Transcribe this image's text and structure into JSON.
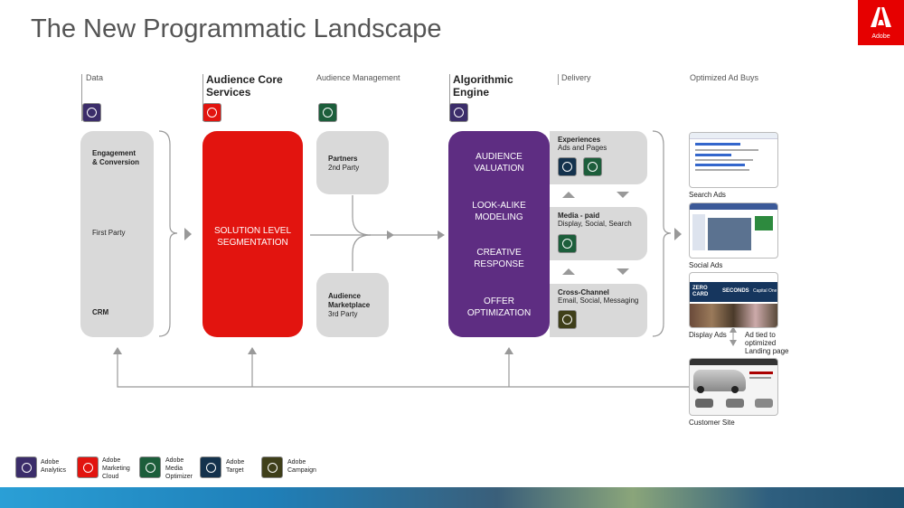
{
  "title": "The New Programmatic Landscape",
  "logo": "Adobe",
  "columns": {
    "data": "Data",
    "audience_core": "Audience Core Services",
    "audience_mgmt": "Audience Management",
    "algorithmic": "Algorithmic Engine",
    "delivery": "Delivery",
    "optimized": "Optimized Ad Buys"
  },
  "data_box": {
    "engagement_line1": "Engagement",
    "engagement_line2": "& Conversion",
    "first_party": "First Party",
    "crm": "CRM"
  },
  "solution_box": {
    "line1": "SOLUTION LEVEL",
    "line2": "SEGMENTATION"
  },
  "partners": {
    "title": "Partners",
    "sub": "2nd Party"
  },
  "marketplace": {
    "title_line1": "Audience",
    "title_line2": "Marketplace",
    "sub": "3rd Party"
  },
  "engine": {
    "item1_line1": "AUDIENCE",
    "item1_line2": "VALUATION",
    "item2_line1": "LOOK-ALIKE",
    "item2_line2": "MODELING",
    "item3_line1": "CREATIVE",
    "item3_line2": "RESPONSE",
    "item4_line1": "OFFER",
    "item4_line2": "OPTIMIZATION"
  },
  "delivery": {
    "experiences_title": "Experiences",
    "experiences_sub": "Ads and Pages",
    "media_title": "Media - paid",
    "media_sub": "Display, Social, Search",
    "cross_title": "Cross-Channel",
    "cross_sub": "Email, Social, Messaging"
  },
  "ads": {
    "search": "Search Ads",
    "social": "Social Ads",
    "display": "Display Ads",
    "ad_tied_line1": "Ad tied to",
    "ad_tied_line2": "optimized",
    "ad_tied_line3": "Landing page",
    "customer": "Customer Site",
    "display_banner_left": "ZERO CARD",
    "display_banner_mid": "SECONDS",
    "display_banner_brand": "Capital One"
  },
  "legend": {
    "analytics_1": "Adobe",
    "analytics_2": "Analytics",
    "marketing_1": "Adobe",
    "marketing_2": "Marketing",
    "marketing_3": "Cloud",
    "media_1": "Adobe",
    "media_2": "Media",
    "media_3": "Optimizer",
    "target_1": "Adobe",
    "target_2": "Target",
    "campaign_1": "Adobe",
    "campaign_2": "Campaign"
  },
  "colors": {
    "accent_red": "#e2140f",
    "engine_purple": "#5e2d82",
    "gray_box": "#d9d9d9",
    "analytics": "#3b2d6a",
    "media_optimizer": "#1c5e3b",
    "target": "#14324d",
    "campaign": "#3f3f1a"
  },
  "icons": [
    "analytics-icon",
    "marketing-cloud-icon",
    "media-optimizer-icon",
    "target-icon",
    "campaign-icon"
  ]
}
